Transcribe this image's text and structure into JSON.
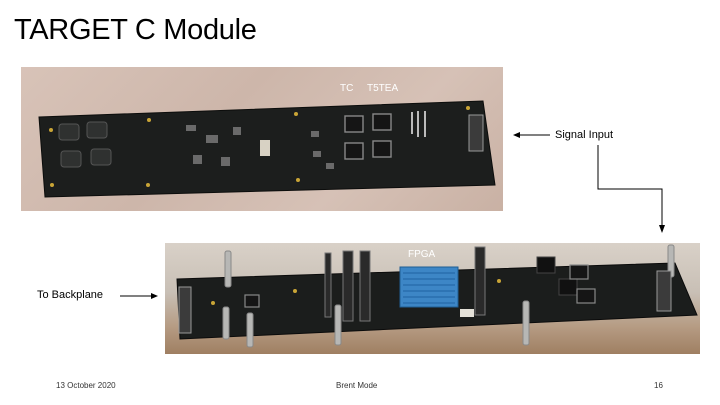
{
  "slide": {
    "title": "TARGET C Module",
    "labels": {
      "tc": "TC",
      "t5tea": "T5TEA",
      "fpga": "FPGA",
      "signal_input": "Signal Input",
      "to_backplane": "To Backplane"
    },
    "footer": {
      "date": "13 October 2020",
      "author": "Brent Mode",
      "page": "16"
    }
  },
  "colors": {
    "board": "#1b1d1c",
    "heatsink": "#3d86c6",
    "background_top": "#d3bdb1",
    "background_bottom": "#bfae9d"
  }
}
